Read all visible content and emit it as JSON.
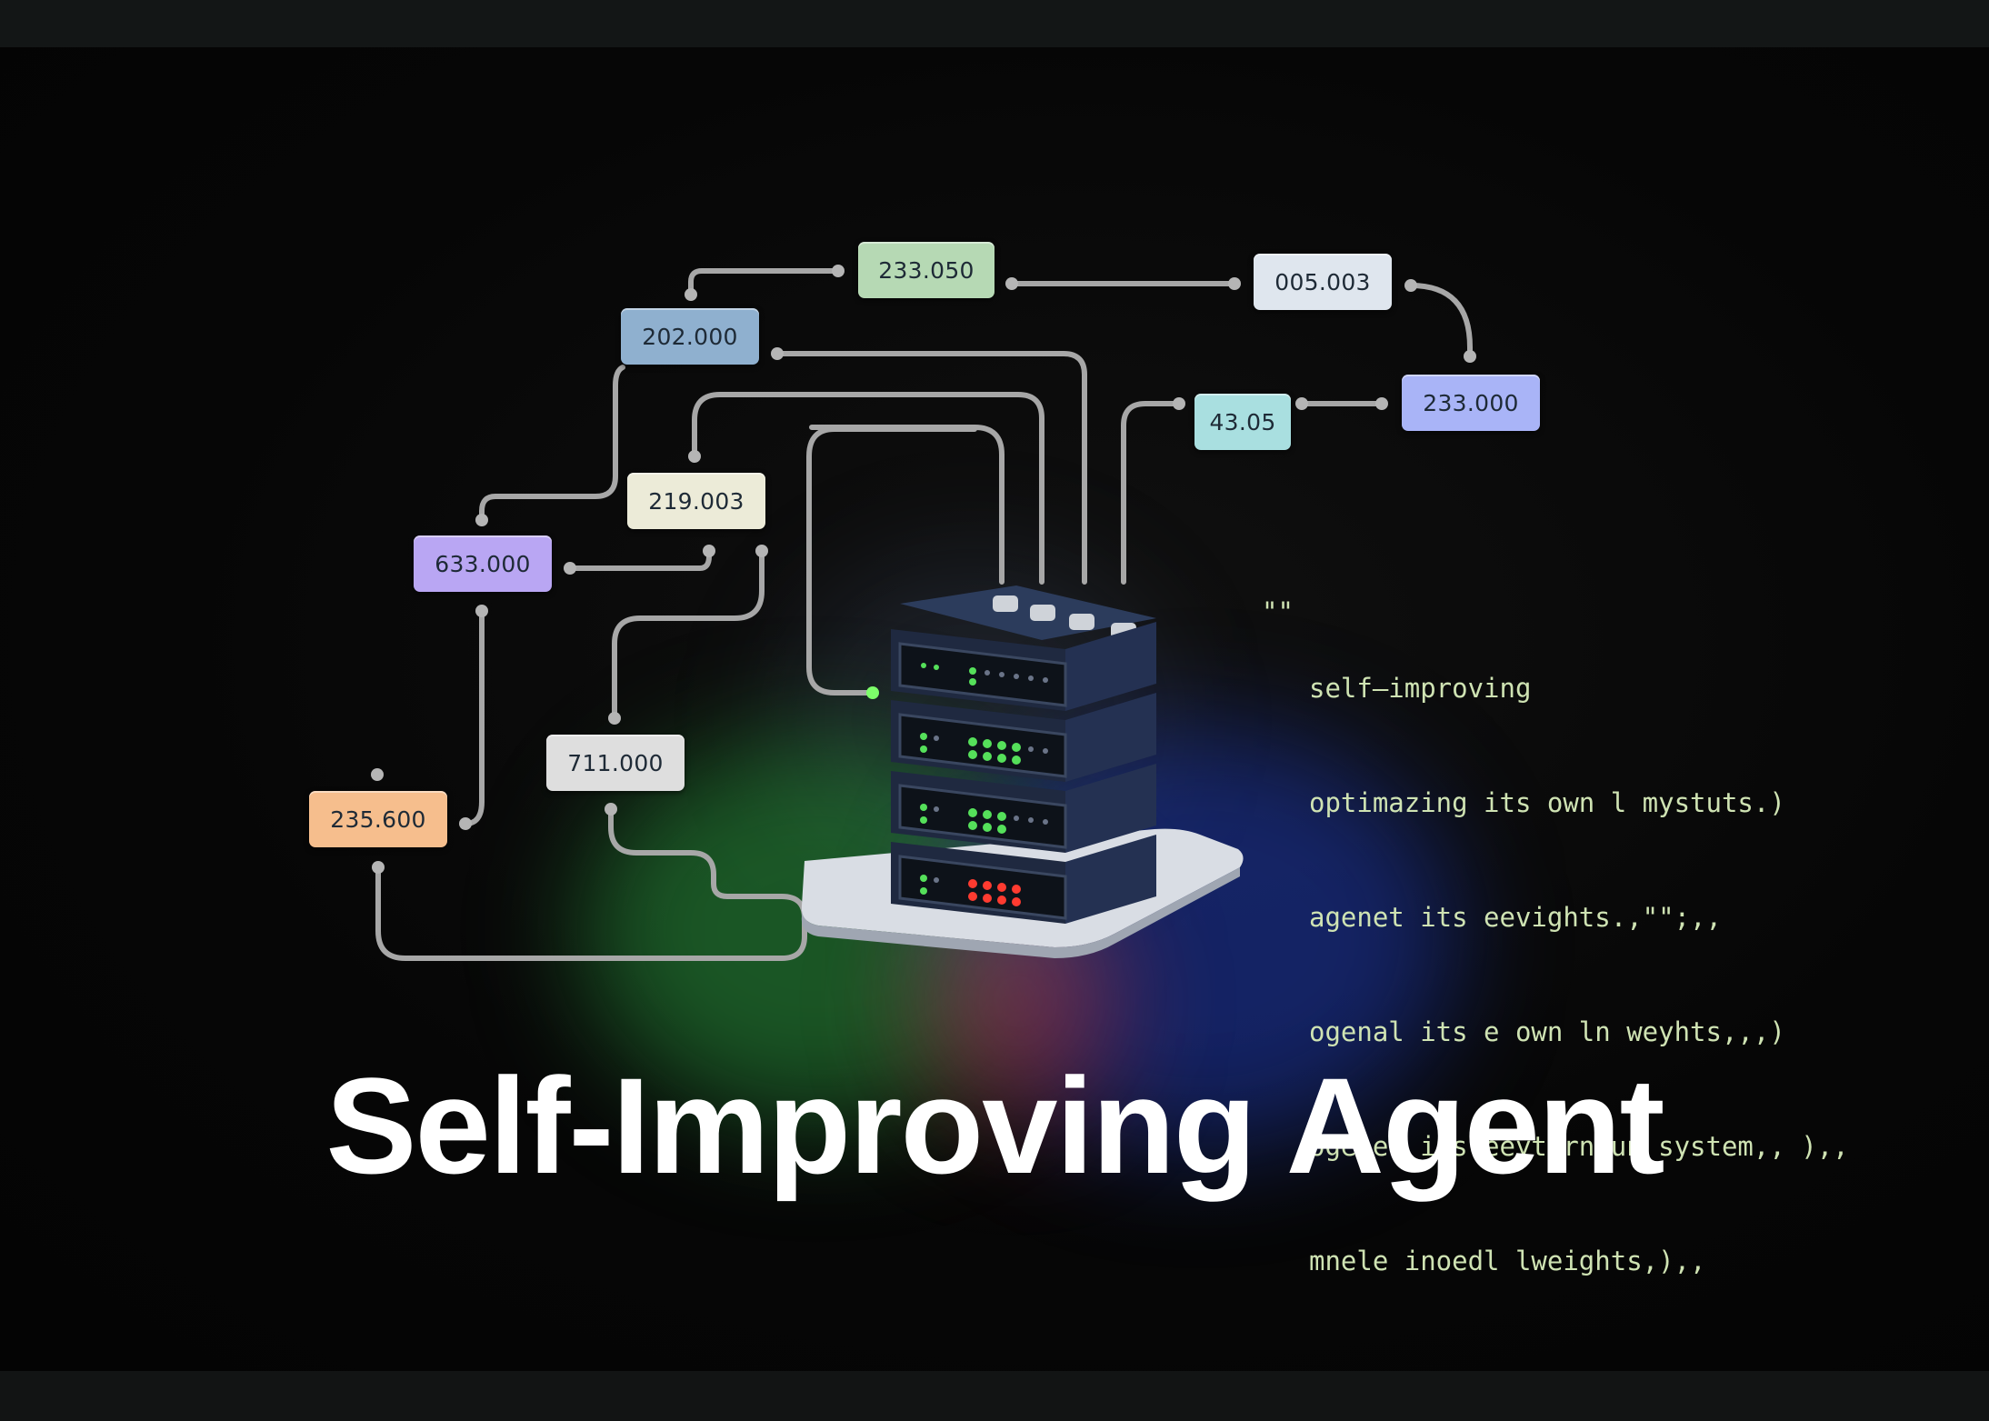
{
  "scene": {
    "nodes": [
      {
        "id": "n1",
        "label": "233.050",
        "color": "#b6d9b4"
      },
      {
        "id": "n2",
        "label": "005.003",
        "color": "#dfe6ee"
      },
      {
        "id": "n3",
        "label": "202.000",
        "color": "#8fb0cf"
      },
      {
        "id": "n4",
        "label": "233.000",
        "color": "#a9b4f7"
      },
      {
        "id": "n5",
        "label": "43.05",
        "color": "#a9dfe0"
      },
      {
        "id": "n6",
        "label": "219.003",
        "color": "#ecebd8"
      },
      {
        "id": "n7",
        "label": "633.000",
        "color": "#b9a6f3"
      },
      {
        "id": "n8",
        "label": "711.000",
        "color": "#dedede"
      },
      {
        "id": "n9",
        "label": "235.600",
        "color": "#f6be8d"
      }
    ],
    "code_quote": "\"\"",
    "code_lines": [
      "self—improving",
      "optimazing its own l mystuts.)",
      "agenet its eevights.,\"\";,,",
      "ogenal its e own ln weyhts,,,)",
      "ogebel its eeytorndun system,, ),,",
      "mnele inoedl lweights,),,"
    ],
    "title": "Self-Improving Agent"
  }
}
